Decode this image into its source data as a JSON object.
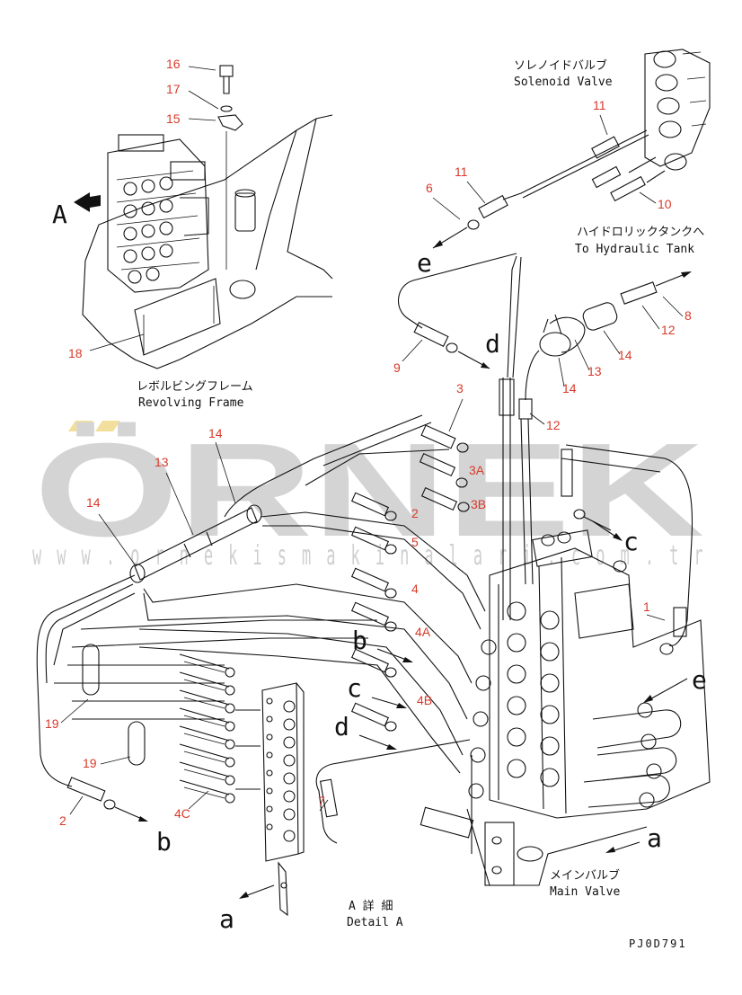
{
  "labels": {
    "solenoid_jp": "ソレノイドバルブ",
    "solenoid_en": "Solenoid Valve",
    "tank_jp": "ハイドロリックタンクへ",
    "tank_en": "To Hydraulic Tank",
    "frame_jp": "レボルビングフレーム",
    "frame_en": "Revolving Frame",
    "main_jp": "メインバルブ",
    "main_en": "Main Valve",
    "detail_jp": "A 詳 細",
    "detail_en": "Detail A",
    "ref_code": "PJ0D791",
    "view_arrow": "A"
  },
  "watermark": {
    "brand": "ÖRNEK",
    "url": "w w w . o r n e k i s m a k i n a l a r i . c o m . t r"
  },
  "part_numbers": {
    "n16": "16",
    "n17": "17",
    "n15": "15",
    "n18": "18",
    "n11a": "11",
    "n11b": "11",
    "n6": "6",
    "n10": "10",
    "n8": "8",
    "n12a": "12",
    "n12b": "12",
    "n14a": "14",
    "n14b": "14",
    "n14c": "14",
    "n14d": "14",
    "n13a": "13",
    "n13b": "13",
    "n9": "9",
    "n3": "3",
    "n3a": "3A",
    "n3b": "3B",
    "n2a": "2",
    "n2b": "2",
    "n5": "5",
    "n4": "4",
    "n4a": "4A",
    "n4b": "4B",
    "n4c": "4C",
    "n1": "1",
    "n19a": "19",
    "n19b": "19",
    "n7": "7"
  },
  "connection_letters": {
    "e1": "e",
    "e2": "e",
    "d1": "d",
    "d2": "d",
    "c1": "c",
    "c2": "c",
    "b1": "b",
    "b2": "b",
    "a1": "a",
    "a2": "a"
  },
  "colors": {
    "part_number": "#d83a2a",
    "line": "#111111",
    "watermark": "#d4d4d4",
    "watermark_accent": "#f3df9c"
  }
}
